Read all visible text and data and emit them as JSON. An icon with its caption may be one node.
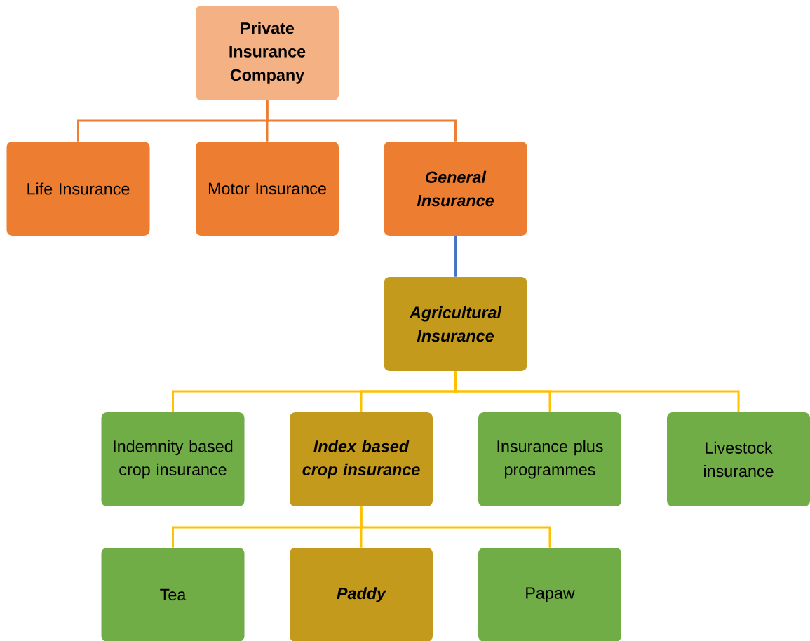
{
  "diagram": {
    "nodes": [
      {
        "text": [
          "Private Insurance Company"
        ]
      },
      {
        "text": [
          "Life Insurance"
        ]
      },
      {
        "text": [
          "Motor Insurance"
        ]
      },
      {
        "text": [
          "General Insurance"
        ]
      },
      {
        "text": [
          "Agricultural Insurance"
        ]
      },
      {
        "text": [
          "Indemnity based crop insurance"
        ]
      },
      {
        "text": [
          "Index based crop insurance"
        ]
      },
      {
        "text": [
          "Insurance plus programmes"
        ]
      },
      {
        "text": [
          "Livestock insurance"
        ]
      },
      {
        "text": [
          "Tea"
        ]
      },
      {
        "text": [
          "Paddy"
        ]
      },
      {
        "text": [
          "Papaw"
        ]
      }
    ],
    "edges": [
      {
        "from": 0,
        "to": 1,
        "arrow": "none",
        "color": "#ed7d31"
      },
      {
        "from": 0,
        "to": 2,
        "arrow": "none",
        "color": "#ed7d31"
      },
      {
        "from": 0,
        "to": 3,
        "arrow": "none",
        "color": "#ed7d31"
      },
      {
        "from": 3,
        "to": 4,
        "arrow": "none",
        "color": "#4472c4"
      },
      {
        "from": 4,
        "to": 5,
        "arrow": "none",
        "color": "#ffc000"
      },
      {
        "from": 4,
        "to": 6,
        "arrow": "none",
        "color": "#ffc000"
      },
      {
        "from": 4,
        "to": 7,
        "arrow": "none",
        "color": "#ffc000"
      },
      {
        "from": 4,
        "to": 8,
        "arrow": "none",
        "color": "#ffc000"
      },
      {
        "from": 6,
        "to": 9,
        "arrow": "none",
        "color": "#ffc000"
      },
      {
        "from": 6,
        "to": 10,
        "arrow": "none",
        "color": "#ffc000"
      },
      {
        "from": 6,
        "to": 11,
        "arrow": "none",
        "color": "#ffc000"
      }
    ]
  }
}
